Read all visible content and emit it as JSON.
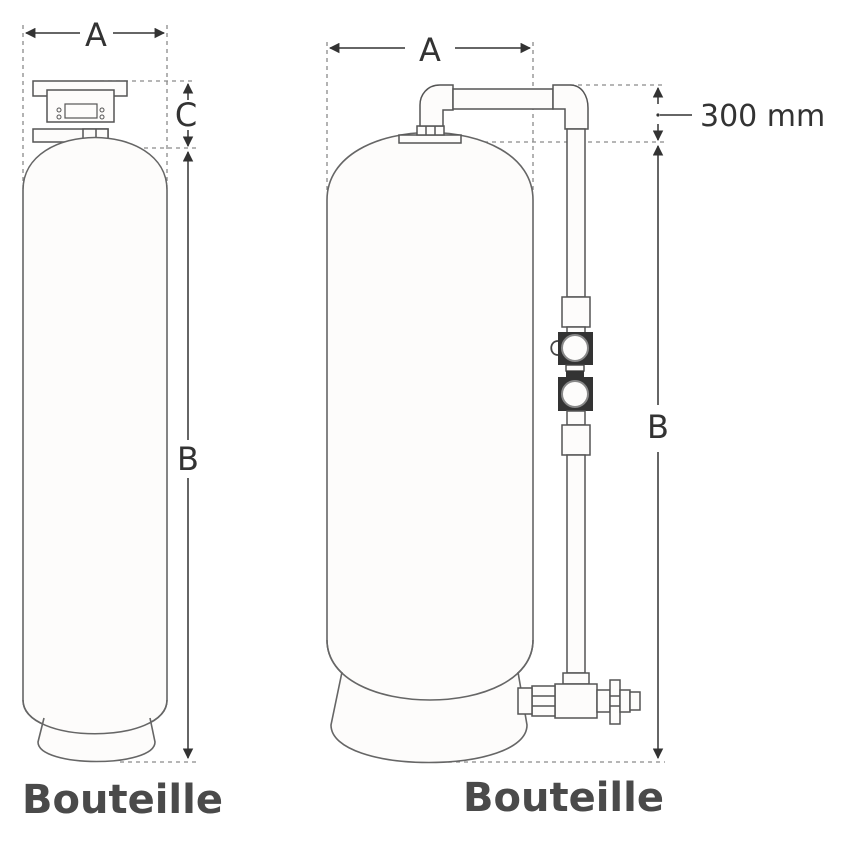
{
  "left_diagram": {
    "dim_width": "A",
    "dim_head": "C",
    "dim_height": "B",
    "caption": "Bouteille"
  },
  "right_diagram": {
    "dim_width": "A",
    "dim_clearance": "300 mm",
    "dim_height": "B",
    "caption": "Bouteille"
  },
  "colors": {
    "line": "#555555",
    "dash": "#8a8a8a",
    "fill": "#fdfcfb",
    "valve": "#333333",
    "caption": "#4a4a4a"
  }
}
